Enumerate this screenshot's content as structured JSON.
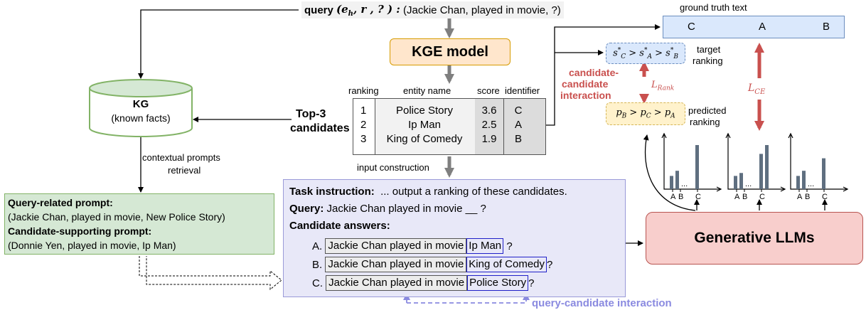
{
  "query": {
    "label": "query",
    "tuple": "(e",
    "h": "h",
    "rest": ", r , ? ) :",
    "value": "(Jackie Chan, played in movie, ?)"
  },
  "kge": {
    "label": "KGE model"
  },
  "kg": {
    "title": "KG",
    "subtitle": "(known facts)"
  },
  "table": {
    "headers": [
      "ranking",
      "entity name",
      "score",
      "identifier"
    ],
    "rows": [
      {
        "rank": "1",
        "name": "Police Story",
        "score": "3.6",
        "id": "C"
      },
      {
        "rank": "2",
        "name": "Ip Man",
        "score": "2.5",
        "id": "A"
      },
      {
        "rank": "3",
        "name": "King of Comedy",
        "score": "1.9",
        "id": "B"
      }
    ],
    "side_label_1": "Top-3",
    "side_label_2": "candidates"
  },
  "labels": {
    "input_construction": "input construction",
    "contextual_1": "contextual prompts",
    "contextual_2": "retrieval",
    "ground_truth": "ground truth text",
    "target_1": "target",
    "target_2": "ranking",
    "predicted_1": "predicted",
    "predicted_2": "ranking",
    "cc_1": "candidate-",
    "cc_2": "candidate",
    "cc_3": "interaction",
    "l_rank": "L",
    "l_rank_sub": "Rank",
    "l_ce": "L",
    "l_ce_sub": "CE",
    "qc_interaction": "query-candidate interaction"
  },
  "ground_truth_items": [
    "C",
    "A",
    "B"
  ],
  "target_ranking": "s*C > s*A > s*B",
  "predicted_ranking": "pB > pC > pA",
  "prompt_box": {
    "l1_bold": "Query-related prompt:",
    "l2": "(Jackie Chan, played in movie, New Police Story)",
    "l3_bold": "Candidate-supporting prompt:",
    "l4": "(Donnie Yen, played in movie, Ip Man)"
  },
  "task_box": {
    "ti_bold": "Task instruction:",
    "ti_text": "... output a ranking of these candidates.",
    "q_bold": "Query:",
    "q_text": "Jackie Chan played in movie __ ?",
    "ca_bold": "Candidate answers:",
    "answers": [
      {
        "letter": "A.",
        "stem": "Jackie Chan played in movie",
        "entity": "Ip Man",
        "end": "?"
      },
      {
        "letter": "B.",
        "stem": "Jackie Chan played in movie",
        "entity": "King of Comedy",
        "end": "?"
      },
      {
        "letter": "C.",
        "stem": "Jackie Chan played in movie",
        "entity": "Police Story",
        "end": "?"
      }
    ]
  },
  "llm": {
    "label": "Generative LLMs"
  },
  "histograms": {
    "ticks": [
      "A",
      "B",
      "C"
    ],
    "ellipsis": "...",
    "charts": [
      {
        "values": [
          0.18,
          0.25,
          0.6
        ]
      },
      {
        "values": [
          0.18,
          0.22,
          0.48,
          0.6
        ]
      },
      {
        "values": [
          0.18,
          0.25,
          0.42
        ]
      }
    ]
  },
  "colors": {
    "arrow_gray": "#7f7f7f",
    "red": "#c9504e",
    "blue_border": "#6c8ebf",
    "blue_fill": "#dae8fc",
    "orange_fill": "#ffe6cc",
    "orange_border": "#d79b00",
    "green_fill": "#d5e8d4",
    "green_border": "#82b366",
    "purple_fill": "#e8e8f8",
    "purple_border": "#9a9ad8",
    "llm_fill": "#f8cecc",
    "llm_border": "#b85450",
    "bar": "#5f6f80"
  }
}
